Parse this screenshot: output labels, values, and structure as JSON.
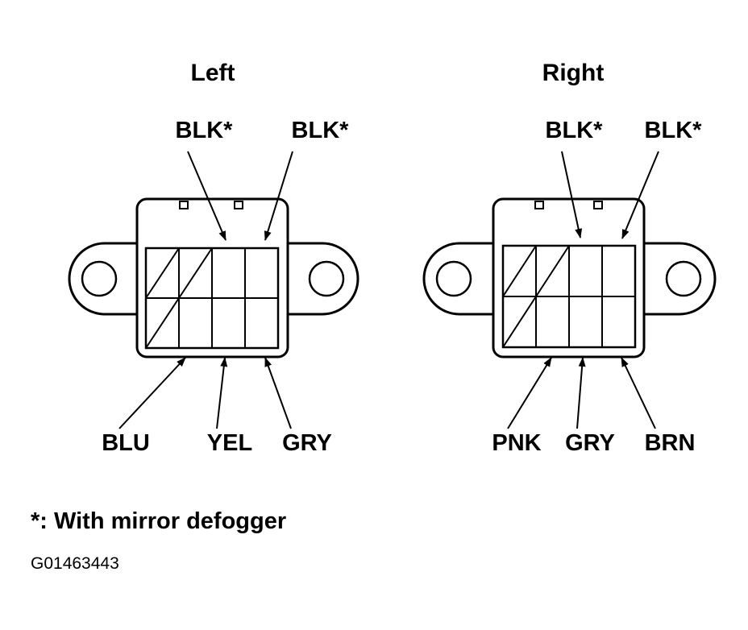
{
  "connectors": {
    "left": {
      "title": "Left",
      "top_labels": [
        "BLK*",
        "BLK*"
      ],
      "bottom_labels": [
        "BLU",
        "YEL",
        "GRY"
      ]
    },
    "right": {
      "title": "Right",
      "top_labels": [
        "BLK*",
        "BLK*"
      ],
      "bottom_labels": [
        "PNK",
        "GRY",
        "BRN"
      ]
    }
  },
  "footnote": "*: With mirror defogger",
  "figure_code": "G01463443"
}
